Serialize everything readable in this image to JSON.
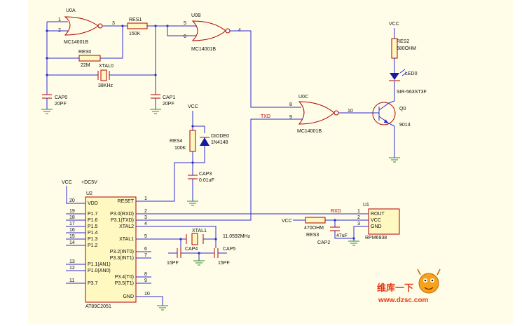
{
  "gates": {
    "u0a": {
      "ref": "U0A",
      "part": "MC14001B",
      "pin1": "1",
      "pin2": "2",
      "pin3": "3"
    },
    "u0b": {
      "ref": "U0B",
      "part": "MC14001B",
      "pin5": "5",
      "pin6": "6",
      "pin4": "4"
    },
    "u0c": {
      "ref": "U0C",
      "part": "MC14001B",
      "pin8": "8",
      "pin9": "9",
      "pin10": "10"
    }
  },
  "res1": {
    "ref": "RES1",
    "value": "150K"
  },
  "res0": {
    "ref": "RES0",
    "value": "22M"
  },
  "xtal0": {
    "ref": "XTAL0",
    "value": "38KHz"
  },
  "cap0": {
    "ref": "CAP0",
    "value": "20PF"
  },
  "cap1": {
    "ref": "CAP1",
    "value": "20PF"
  },
  "res2": {
    "ref": "RES2",
    "value": "680OHM"
  },
  "led0": {
    "ref": "LED0",
    "part": "SIR-563ST3F"
  },
  "q0": {
    "ref": "Q0",
    "part": "9013"
  },
  "vcc_labels": {
    "top_right": "VCC",
    "mid": "VCC",
    "left": "VCC",
    "right_in": "VCC"
  },
  "diode0": {
    "ref": "DIODE0",
    "part": "1N4148"
  },
  "res4": {
    "ref": "RES4",
    "value": "100K"
  },
  "cap3": {
    "ref": "CAP3",
    "value": "0.01uF"
  },
  "net_txd": "TXD",
  "net_rxd": "RXD",
  "dc5v": "+DC5V",
  "u2": {
    "ref": "U2",
    "part": "AT89C2051",
    "vdd": "VDD",
    "reset": "RESET",
    "gnd": "GND",
    "left_pins": [
      {
        "num": "20",
        "name": "VDD"
      },
      {
        "num": "19",
        "name": "P1.7"
      },
      {
        "num": "18",
        "name": "P1.6"
      },
      {
        "num": "17",
        "name": "P1.5"
      },
      {
        "num": "16",
        "name": "P1.4"
      },
      {
        "num": "15",
        "name": "P1.3"
      },
      {
        "num": "14",
        "name": "P1.2"
      },
      {
        "num": "13",
        "name": "P1.1(AN1)"
      },
      {
        "num": "12",
        "name": "P1.0(AN0)"
      },
      {
        "num": "11",
        "name": "P3.7"
      }
    ],
    "right_pins": [
      {
        "num": "1",
        "name": "RESET"
      },
      {
        "num": "2",
        "name": "P3.0(RXD)"
      },
      {
        "num": "3",
        "name": "P3.1(TXD)"
      },
      {
        "num": "4",
        "name": "XTAL2"
      },
      {
        "num": "5",
        "name": "XTAL1"
      },
      {
        "num": "6",
        "name": "P3.2(INT0)"
      },
      {
        "num": "7",
        "name": "P3.3(INT1)"
      },
      {
        "num": "8",
        "name": "P3.4(T0)"
      },
      {
        "num": "9",
        "name": "P3.5(T1)"
      },
      {
        "num": "10",
        "name": "GND"
      }
    ]
  },
  "xtal1": {
    "ref": "XTAL1",
    "value": "11.0592MHz"
  },
  "cap4": {
    "ref": "CAP4",
    "value": "15PF"
  },
  "cap5": {
    "ref": "CAP5",
    "value": "15PF"
  },
  "res3": {
    "ref": "RES3",
    "value": "470OHM"
  },
  "cap2": {
    "ref": "CAP2",
    "value": "47uF"
  },
  "u1": {
    "ref": "U1",
    "part": "RPM6938",
    "pins": [
      {
        "num": "1",
        "name": "ROUT"
      },
      {
        "num": "2",
        "name": "VCC"
      },
      {
        "num": "3",
        "name": "GND"
      }
    ]
  },
  "watermark": {
    "brand": "维库一下",
    "url": "www.dzsc.com"
  }
}
